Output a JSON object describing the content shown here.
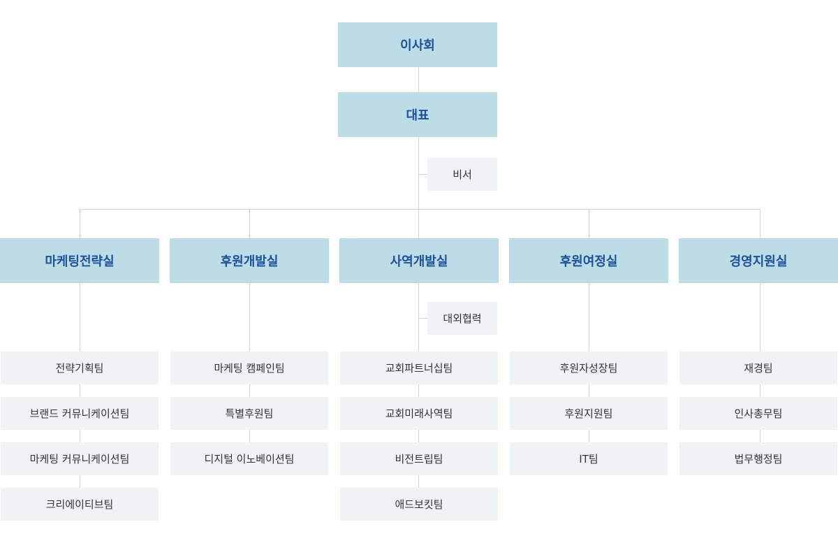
{
  "board": "이사회",
  "ceo": "대표",
  "secretary": "비서",
  "divisions": [
    {
      "name": "마케팅전략실",
      "teams": [
        "전략기획팀",
        "브랜드 커뮤니케이션팀",
        "마케팅 커뮤니케이션팀",
        "크리에이티브팀"
      ]
    },
    {
      "name": "후원개발실",
      "teams": [
        "마케팅 캠페인팀",
        "특별후원팀",
        "디지털 이노베이션팀"
      ]
    },
    {
      "name": "사역개발실",
      "side": "대외협력",
      "teams": [
        "교회파트너십팀",
        "교회미래사역팀",
        "비전트립팀",
        "애드보킷팀"
      ]
    },
    {
      "name": "후원여정실",
      "teams": [
        "후원자성장팀",
        "후원지원팀",
        "IT팀"
      ]
    },
    {
      "name": "경영지원실",
      "teams": [
        "재경팀",
        "인사총무팀",
        "법무행정팀"
      ]
    }
  ]
}
